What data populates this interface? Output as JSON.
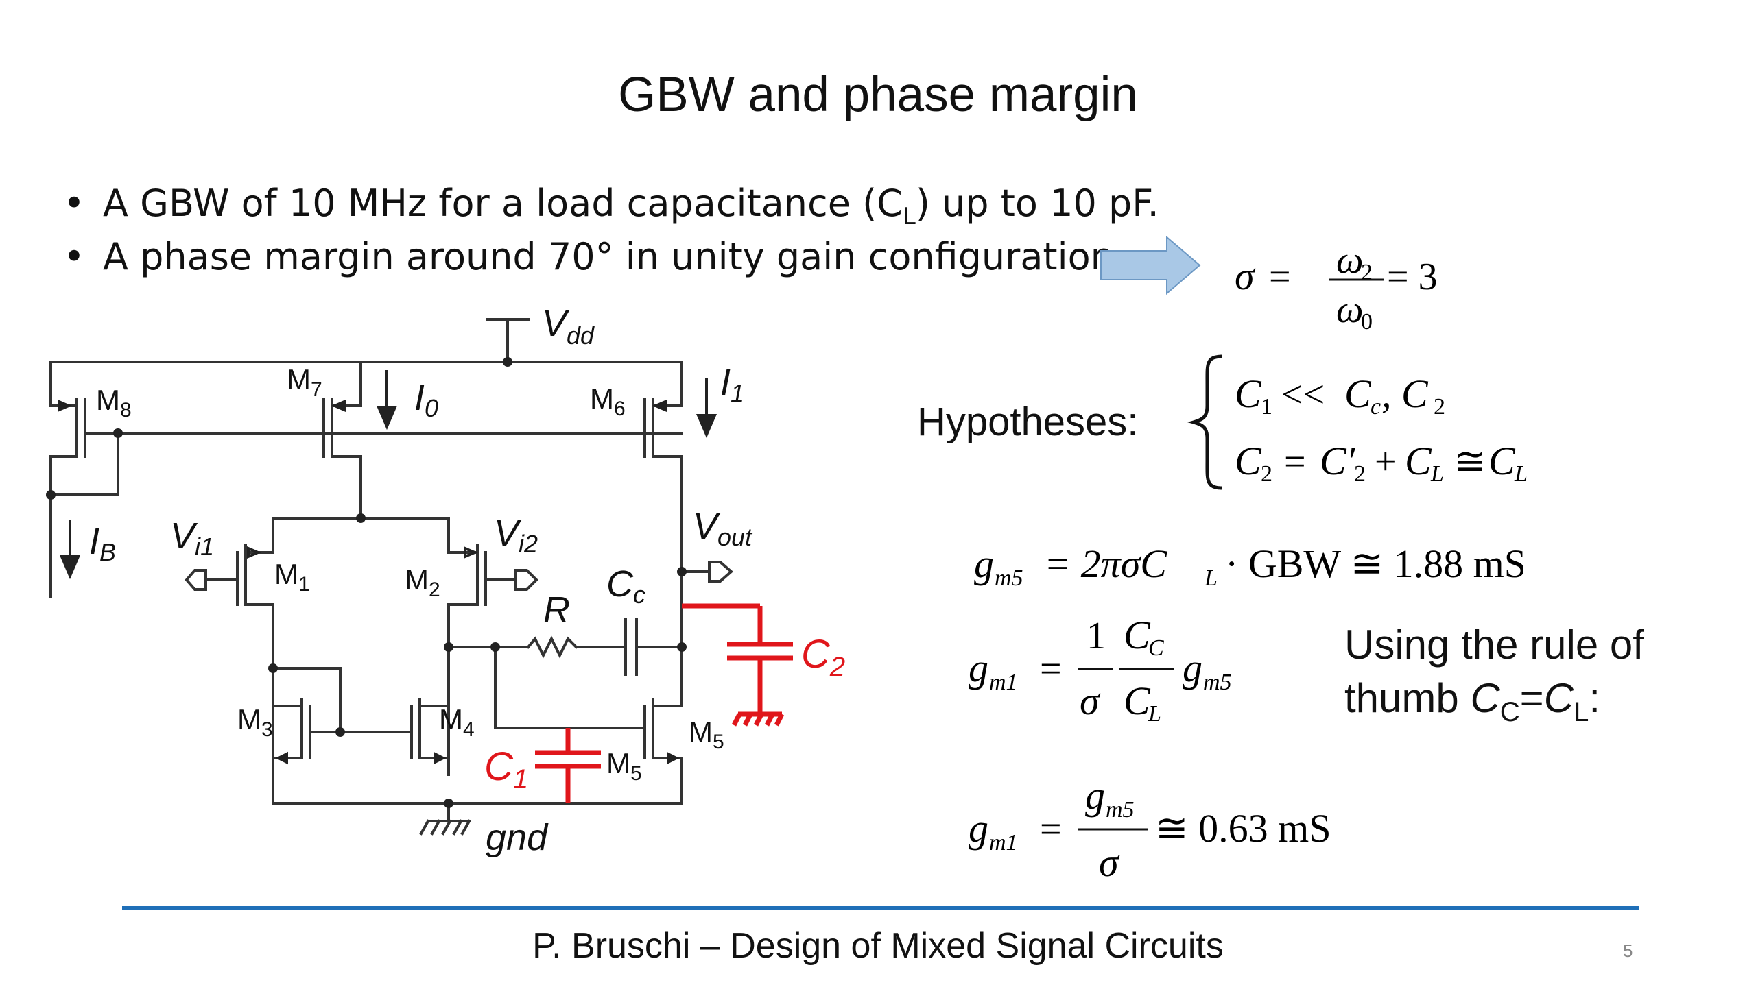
{
  "title": "GBW and phase margin",
  "bullets": [
    {
      "pre": "A GBW of 10 MHz for a load capacitance (C",
      "sub": "L",
      "post": ") up to 10 pF."
    },
    {
      "pre": "A phase margin around 70° in unity gain configuration",
      "sub": "",
      "post": ""
    }
  ],
  "bullet_glyph": "•",
  "sigma_eq": {
    "lhs": "σ",
    "eq": "=",
    "num": "ω",
    "num_sub": "2",
    "den": "ω",
    "den_sub": "0",
    "rhs": "= 3"
  },
  "hypotheses": {
    "label": "Hypotheses:",
    "line1": {
      "a": "C",
      "a_sub": "1",
      "op": "<<",
      "b": "C",
      "b_sub": "c",
      "c": ", C",
      "c_sub": "2"
    },
    "line2": {
      "a": "C",
      "a_sub": "2",
      "eq": "=",
      "b": "C′",
      "b_sub": "2",
      "plus": "+",
      "c": "C",
      "c_sub": "L",
      "approx": "≅",
      "d": "C",
      "d_sub": "L"
    }
  },
  "gm5_eq": {
    "lhs": "g",
    "lhs_sub": "m5",
    "rhs": "= 2πσC",
    "rhs_sub": "L",
    "rest": "· GBW ≅ 1.88 mS"
  },
  "gm1_eq1": {
    "lhs": "g",
    "lhs_sub": "m1",
    "eq": "=",
    "f1_num": "1",
    "f1_den": "σ",
    "f2_num": "C",
    "f2_num_sub": "C",
    "f2_den": "C",
    "f2_den_sub": "L",
    "tail": "g",
    "tail_sub": "m5"
  },
  "gm1_eq2": {
    "lhs": "g",
    "lhs_sub": "m1",
    "eq": "=",
    "num": "g",
    "num_sub": "m5",
    "den": "σ",
    "rhs": "≅ 0.63 mS"
  },
  "rule_text": {
    "line1": "Using the rule of",
    "line2_pre": "thumb ",
    "c1": "C",
    "c1_sub": "C",
    "mid": "=",
    "c2": "C",
    "c2_sub": "L",
    "end": ":"
  },
  "circuit": {
    "vdd": "V",
    "vdd_sub": "dd",
    "gnd": "gnd",
    "vi1": "V",
    "vi1_sub": "i1",
    "vi2": "V",
    "vi2_sub": "i2",
    "vout": "V",
    "vout_sub": "out",
    "i0": "I",
    "i0_sub": "0",
    "i1": "I",
    "i1_sub": "1",
    "ib": "I",
    "ib_sub": "B",
    "r": "R",
    "cc": "C",
    "cc_sub": "c",
    "c1": "C",
    "c1_sub": "1",
    "c2": "C",
    "c2_sub": "2",
    "transistors": [
      {
        "name": "M",
        "sub": "8"
      },
      {
        "name": "M",
        "sub": "7"
      },
      {
        "name": "M",
        "sub": "6"
      },
      {
        "name": "M",
        "sub": "1"
      },
      {
        "name": "M",
        "sub": "2"
      },
      {
        "name": "M",
        "sub": "3"
      },
      {
        "name": "M",
        "sub": "4"
      },
      {
        "name": "M",
        "sub": "5"
      },
      {
        "name": "M",
        "sub": "5"
      }
    ],
    "colors": {
      "wire": "#333333",
      "highlight": "#e0161b"
    }
  },
  "arrow_color": "#a9c8e6",
  "footer": "P. Bruschi – Design of Mixed Signal Circuits",
  "page_number": "5",
  "accent": "#1f6fb8"
}
